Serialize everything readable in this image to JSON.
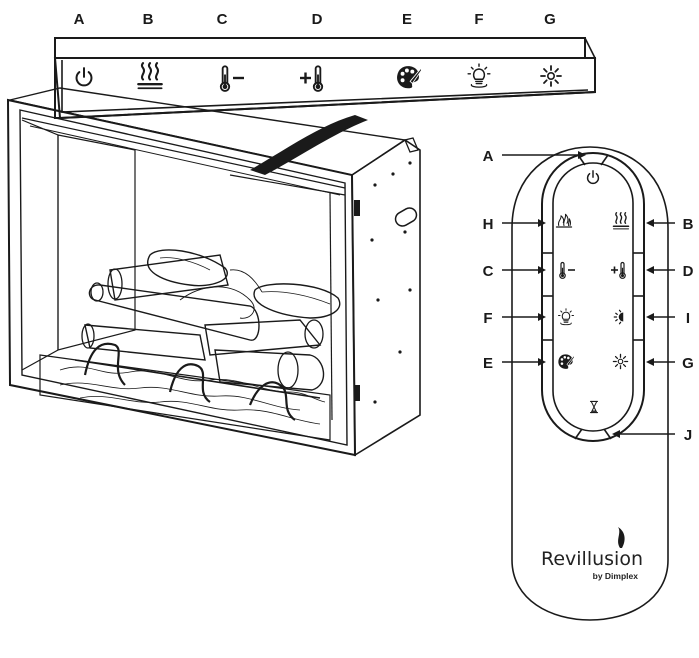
{
  "panel_labels": [
    "A",
    "B",
    "C",
    "D",
    "E",
    "F",
    "G"
  ],
  "remote": {
    "callouts_left": [
      "A",
      "H",
      "C",
      "F",
      "E"
    ],
    "callouts_right": [
      "B",
      "D",
      "I",
      "G",
      "J"
    ],
    "brand": "Revillusion",
    "brand_sub": "by Dimplex"
  },
  "icons": {
    "A": "power-icon",
    "B": "heat-icon",
    "C": "temp-down-icon",
    "D": "temp-up-icon",
    "E": "color-palette-icon",
    "F": "light-bulb-icon",
    "G": "brightness-icon",
    "H": "flame-icon",
    "I": "dimmer-icon",
    "J": "timer-icon"
  }
}
